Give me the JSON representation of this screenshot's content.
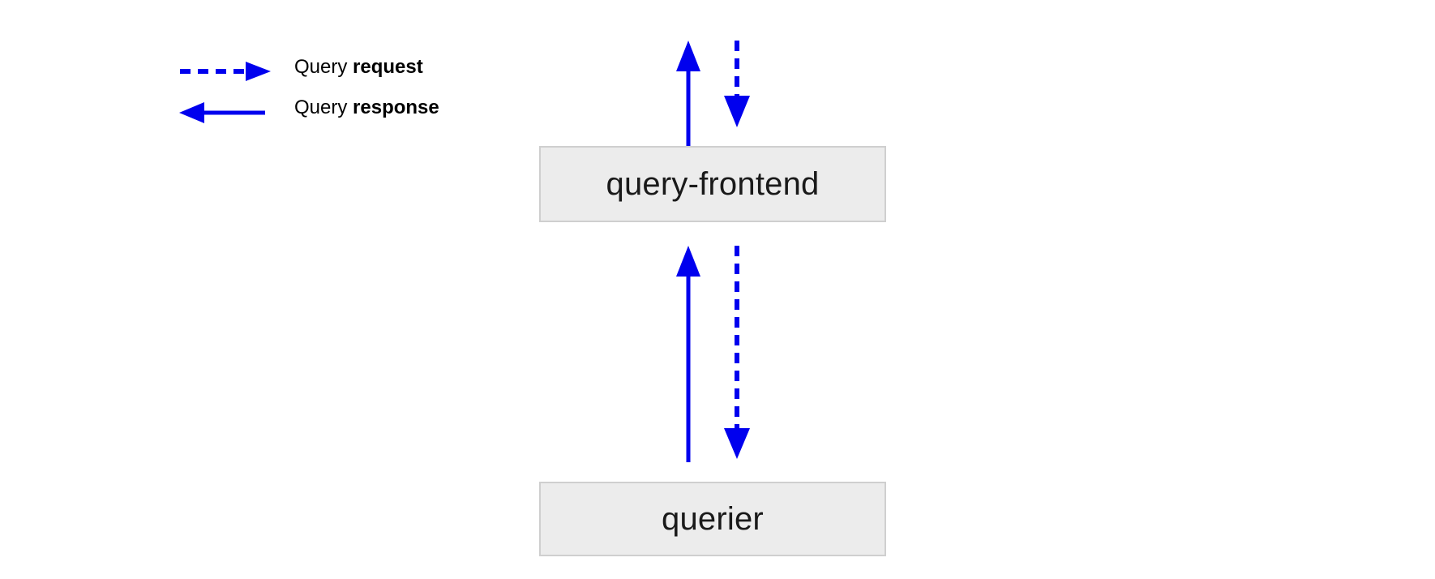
{
  "diagram": {
    "title_text": "",
    "background_color": "#ffffff",
    "arrow_color": "#0000ee",
    "node_fill_color": "#ececec",
    "node_border_color": "#cfcfcf",
    "text_color": "#000000"
  },
  "legend": {
    "items": [
      {
        "glyph": "dashed-right-arrow-icon",
        "lead": "Query ",
        "strong": "request",
        "style": "dashed",
        "direction": "right"
      },
      {
        "glyph": "solid-left-arrow-icon",
        "lead": "Query ",
        "strong": "response",
        "style": "solid",
        "direction": "left"
      }
    ]
  },
  "nodes": [
    {
      "id": "query-frontend",
      "label": "query-frontend"
    },
    {
      "id": "querier",
      "label": "querier"
    }
  ],
  "edges": [
    {
      "id": "request-into-query-frontend",
      "from": "external",
      "to": "query-frontend",
      "style": "dashed",
      "direction": "down",
      "semantic": "Query request"
    },
    {
      "id": "response-out-of-query-frontend",
      "from": "query-frontend",
      "to": "external",
      "style": "solid",
      "direction": "up",
      "semantic": "Query response"
    },
    {
      "id": "request-query-frontend-to-querier",
      "from": "query-frontend",
      "to": "querier",
      "style": "dashed",
      "direction": "down",
      "semantic": "Query request"
    },
    {
      "id": "response-querier-to-query-frontend",
      "from": "querier",
      "to": "query-frontend",
      "style": "solid",
      "direction": "up",
      "semantic": "Query response"
    }
  ]
}
